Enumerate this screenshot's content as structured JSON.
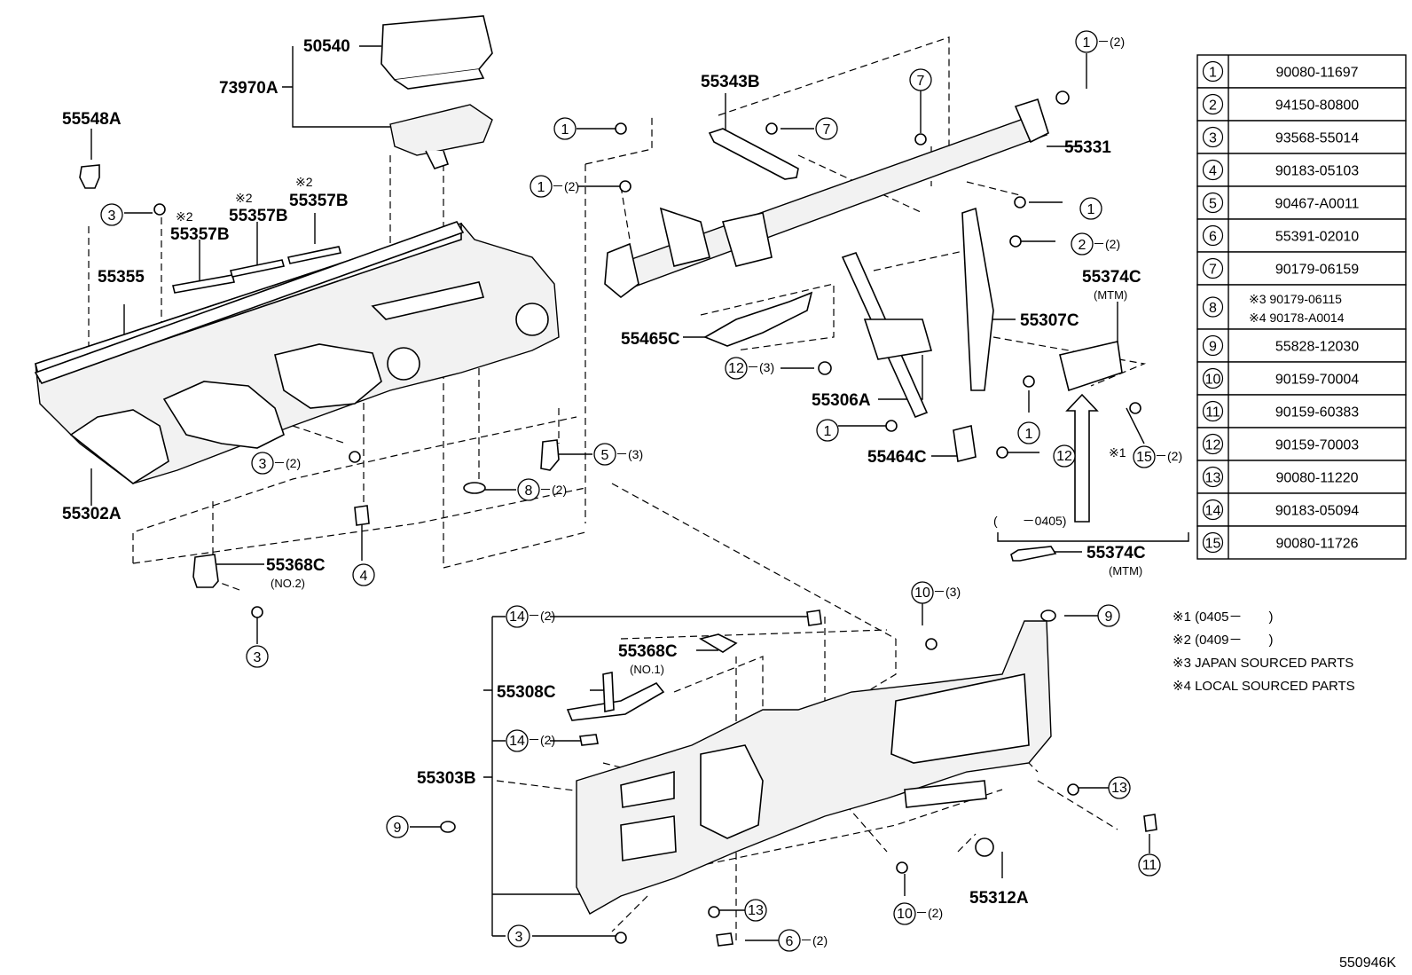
{
  "diagram_id": "550946K",
  "labels": {
    "p50540": "50540",
    "p73970A": "73970A",
    "p55548A": "55548A",
    "p55357B_1": "55357B",
    "p55357B_2": "55357B",
    "p55357B_3": "55357B",
    "p55355": "55355",
    "p55302A": "55302A",
    "p55368C_2": "55368C",
    "p55368C_2_sub": "(NO.2)",
    "p55343B": "55343B",
    "p55331": "55331",
    "p55465C": "55465C",
    "p55306A": "55306A",
    "p55464C": "55464C",
    "p55307C": "55307C",
    "p55374C_a": "55374C",
    "p55374C_a_sub": "(MTM)",
    "p55374C_b": "55374C",
    "p55374C_b_sub": "(MTM)",
    "range_0405": "(　　－0405)",
    "p55368C_1": "55368C",
    "p55368C_1_sub": "(NO.1)",
    "p55308C": "55308C",
    "p55303B": "55303B",
    "p55312A": "55312A"
  },
  "marks": {
    "x2": "※2",
    "x1": "※1"
  },
  "callouts": {
    "c1": "1",
    "c2": "2",
    "c3": "3",
    "c4": "4",
    "c5": "5",
    "c6": "6",
    "c7": "7",
    "c8": "8",
    "c9": "9",
    "c10": "10",
    "c11": "11",
    "c12": "12",
    "c13": "13",
    "c14": "14",
    "c15": "15"
  },
  "qty": {
    "q2": "－(2)",
    "q3": "－(3)"
  },
  "parts_table": [
    {
      "ref": "1",
      "part": "90080-11697"
    },
    {
      "ref": "2",
      "part": "94150-80800"
    },
    {
      "ref": "3",
      "part": "93568-55014"
    },
    {
      "ref": "4",
      "part": "90183-05103"
    },
    {
      "ref": "5",
      "part": "90467-A0011"
    },
    {
      "ref": "6",
      "part": "55391-02010"
    },
    {
      "ref": "7",
      "part": "90179-06159"
    },
    {
      "ref": "8",
      "part": "※3 90179-06115",
      "part2": "※4 90178-A0014"
    },
    {
      "ref": "9",
      "part": "55828-12030"
    },
    {
      "ref": "10",
      "part": "90159-70004"
    },
    {
      "ref": "11",
      "part": "90159-60383"
    },
    {
      "ref": "12",
      "part": "90159-70003"
    },
    {
      "ref": "13",
      "part": "90080-11220"
    },
    {
      "ref": "14",
      "part": "90183-05094"
    },
    {
      "ref": "15",
      "part": "90080-11726"
    }
  ],
  "notes": [
    "※1 (0405－　　)",
    "※2 (0409－　　)",
    "※3 JAPAN SOURCED PARTS",
    "※4 LOCAL SOURCED PARTS"
  ]
}
